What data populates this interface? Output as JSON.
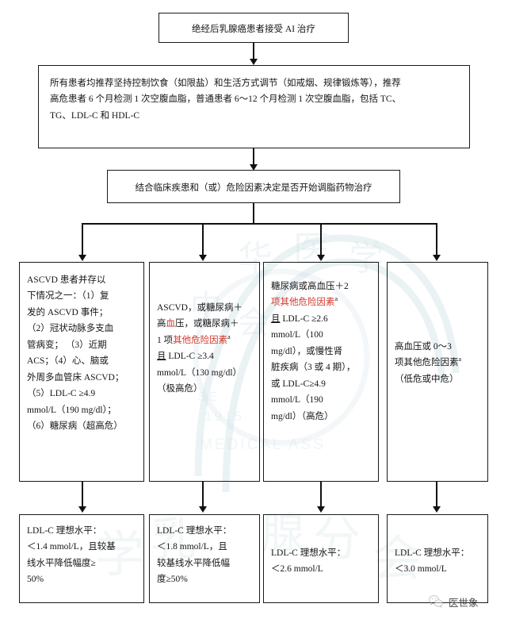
{
  "document": {
    "type": "clinical-flowchart",
    "language": "zh-CN",
    "colors": {
      "border": "#1a1a1a",
      "text": "#151515",
      "highlight": "#d0362c",
      "watermark": "#cfe0e6",
      "background": "#ffffff"
    }
  },
  "nodes": {
    "start": {
      "id": "node-start",
      "lines": [
        "绝经后乳腺癌患者接受 AI 治疗"
      ]
    },
    "lifestyle": {
      "id": "node-lifestyle",
      "lines": [
        "所有患者均推荐坚持控制饮食（如限盐）和生活方式调节（如戒烟、规律锻炼等），推荐",
        "高危患者 6 个月检测 1 次空腹血脂，普通患者 6～12 个月检测 1 次空腹血脂，包括 TC、",
        "TG、LDL-C 和 HDL-C"
      ]
    },
    "decision": {
      "id": "node-decision",
      "lines": [
        "结合临床疾患和（或）危险因素决定是否开始调脂药物治疗"
      ]
    }
  },
  "risk_columns": [
    {
      "id": "risk-extreme-high",
      "level_label": "（超高危）",
      "lines": [
        {
          "segments": [
            {
              "text": "ASCVD 患者并存以"
            }
          ]
        },
        {
          "segments": [
            {
              "text": "下情况之一：（1）复"
            }
          ]
        },
        {
          "segments": [
            {
              "text": "发的 ASCVD 事件；"
            }
          ]
        },
        {
          "segments": [
            {
              "text": "（2）冠状动脉多支血"
            }
          ]
        },
        {
          "segments": [
            {
              "text": "管病变； （3）近期"
            }
          ]
        },
        {
          "segments": [
            {
              "text": "ACS；（4）心、脑或"
            }
          ]
        },
        {
          "segments": [
            {
              "text": "外周多血管床 ASCVD；"
            }
          ]
        },
        {
          "segments": [
            {
              "text": "（5）LDL-C ≥4.9"
            }
          ]
        },
        {
          "segments": [
            {
              "text": "mmol/L（190 mg/dl）；"
            }
          ]
        },
        {
          "segments": [
            {
              "text": "（6）糖尿病（超高危）"
            }
          ]
        }
      ]
    },
    {
      "id": "risk-very-high",
      "level_label": "（极高危）",
      "lines": [
        {
          "segments": [
            {
              "text": "ASCVD，或糖尿病＋"
            }
          ]
        },
        {
          "segments": [
            {
              "text": "高",
              "color": "normal"
            },
            {
              "text": "血",
              "color": "red"
            },
            {
              "text": "压",
              "color": "normal"
            },
            {
              "text": "，或糖尿病＋",
              "color": "normal"
            }
          ]
        },
        {
          "segments": [
            {
              "text": "1 项",
              "color": "normal"
            },
            {
              "text": "其他危险因素",
              "color": "red"
            },
            {
              "text": "a",
              "sup": true
            }
          ]
        },
        {
          "segments": [
            {
              "text": "且",
              "underline": true
            },
            {
              "text": " LDL-C ≥3.4"
            }
          ]
        },
        {
          "segments": [
            {
              "text": "mmol/L（130 mg/dl）"
            }
          ]
        },
        {
          "segments": [
            {
              "text": "（极高危）"
            }
          ]
        }
      ]
    },
    {
      "id": "risk-high",
      "level_label": "（高危）",
      "lines": [
        {
          "segments": [
            {
              "text": "糖尿病或高血压＋2"
            }
          ]
        },
        {
          "segments": [
            {
              "text": "项其他危险因素",
              "color": "red"
            },
            {
              "text": "a",
              "sup": true
            }
          ]
        },
        {
          "segments": [
            {
              "text": "且",
              "underline": true
            },
            {
              "text": " LDL-C ≥2.6"
            }
          ]
        },
        {
          "segments": [
            {
              "text": "mmol/L（100"
            }
          ]
        },
        {
          "segments": [
            {
              "text": "mg/dl），或慢性肾"
            }
          ]
        },
        {
          "segments": [
            {
              "text": "脏疾病（3 或 4 期），"
            }
          ]
        },
        {
          "segments": [
            {
              "text": "或 LDL-C≥4.9"
            }
          ]
        },
        {
          "segments": [
            {
              "text": "mmol/L（190"
            }
          ]
        },
        {
          "segments": [
            {
              "text": "mg/dl）（高危）"
            }
          ]
        }
      ]
    },
    {
      "id": "risk-low-moderate",
      "level_label": "（低危或中危）",
      "lines": [
        {
          "segments": [
            {
              "text": "高血压或 0～3"
            }
          ]
        },
        {
          "segments": [
            {
              "text": "项其他危险因素"
            },
            {
              "text": "a",
              "sup": true
            }
          ]
        },
        {
          "segments": [
            {
              "text": "（低危或中危）"
            }
          ]
        }
      ]
    }
  ],
  "targets": [
    {
      "id": "target-extreme-high",
      "lines": [
        "LDL-C 理想水平：",
        "＜1.4 mmol/L，且较基",
        "线水平降低幅度≥",
        "50%"
      ]
    },
    {
      "id": "target-very-high",
      "lines": [
        "LDL-C 理想水平：",
        "＜1.8 mmol/L，且",
        "较基线水平降低幅",
        "度≥50%"
      ]
    },
    {
      "id": "target-high",
      "lines": [
        "LDL-C 理想水平：",
        "＜2.6 mmol/L"
      ]
    },
    {
      "id": "target-low-moderate",
      "lines": [
        "LDL-C 理想水平：",
        "＜3.0 mmol/L"
      ]
    }
  ],
  "footer": {
    "brand": "医世象",
    "icon": "wechat-icon"
  }
}
